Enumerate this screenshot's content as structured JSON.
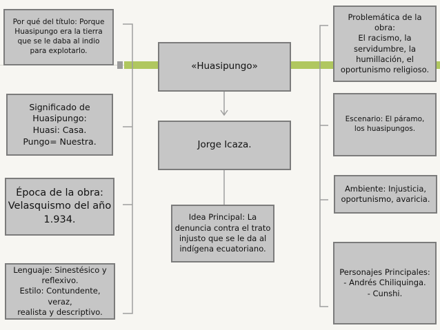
{
  "left_boxes": {
    "title_reason": "Por qué del título: Porque\nHuasipungo era la tierra\nque se le daba al indio\npara explotarlo.",
    "meaning": "Significado de\nHuasipungo:\nHuasi: Casa.\nPungo= Nuestra.",
    "epoch": "Época de la obra:\nVelasquismo del año\n1.934.",
    "language_style": "Lenguaje: Sinestésico y\nreflexivo.\nEstilo: Contundente, veraz,\nrealista y descriptivo."
  },
  "center_boxes": {
    "main_title": "«Huasipungo»",
    "author": "Jorge Icaza.",
    "main_idea": "Idea Principal: La\ndenuncia contra el trato\ninjusto que se le da al\nindígena ecuatoriano."
  },
  "right_boxes": {
    "problem": "Problemática de la\nobra:\nEl racismo, la\nservidumbre, la\nhumillación, el\noportunismo religioso.",
    "scene": "Escenario: El páramo,\nlos huasipungos.",
    "ambient": "Ambiente: Injusticia,\noportunismo, avaricia.",
    "characters": "Personajes Principales:\n-    Andrés Chiliquinga.\n-    Cunshi."
  },
  "colors": {
    "box_fill": "#c6c6c6",
    "box_border": "#7b7b7b",
    "accent_green": "#b0c75f",
    "accent_gray": "#9c9c9c",
    "connector": "#9e9e9e"
  }
}
